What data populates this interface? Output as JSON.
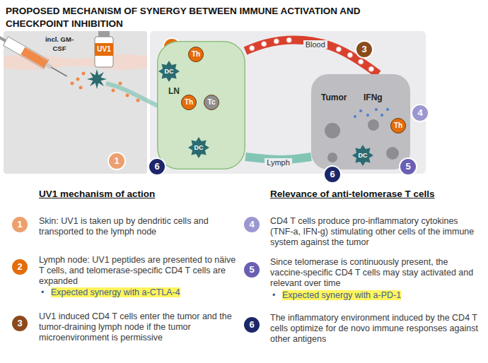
{
  "diagram": {
    "title": "PROPOSED MECHANISM OF SYNERGY BETWEEN IMMUNE ACTIVATION AND CHECKPOINT INHIBITION",
    "nodes": [
      {
        "text": [
          "UV1"
        ]
      },
      {
        "text": [
          "2"
        ]
      },
      {
        "text": [
          "LN"
        ]
      },
      {
        "text": [
          "DC"
        ],
        "in": 2
      },
      {
        "text": [
          "Th"
        ],
        "in": 2
      },
      {
        "text": [
          "Th"
        ],
        "in": 2
      },
      {
        "text": [
          "Tc"
        ],
        "in": 2
      },
      {
        "text": [
          "DC"
        ],
        "in": 2
      },
      {
        "text": [
          "3"
        ]
      },
      {
        "text": [
          "Tumor",
          "IFNg"
        ]
      },
      {
        "text": [
          "Th"
        ],
        "in": 9
      },
      {
        "text": [
          "DC"
        ],
        "in": 9
      },
      {
        "text": [
          "4"
        ]
      },
      {
        "text": [
          "1"
        ]
      },
      {
        "text": [
          "6"
        ]
      },
      {
        "text": [
          "6"
        ]
      },
      {
        "text": [
          "5"
        ]
      },
      {
        "text": [
          "1"
        ]
      },
      {
        "text": [
          "2"
        ]
      },
      {
        "text": [
          "3"
        ]
      },
      {
        "text": [
          "4"
        ]
      },
      {
        "text": [
          "5"
        ]
      },
      {
        "text": [
          "6"
        ]
      }
    ],
    "edges": [
      {
        "from": 2,
        "to": 9,
        "arrow": "none",
        "label": "Blood"
      },
      {
        "from": 9,
        "to": 2,
        "arrow": "none",
        "label": "Lymph"
      }
    ],
    "labels": [
      "incl. GM-CSF",
      "UV1 mechanism of action",
      "Skin: UV1 is taken up by dendritic cells and transported to the lymph node",
      "Lymph node: UV1 peptides are presented to näive T cells, and telomerase-specific CD4 T cells are expanded",
      "•",
      "Expected synergy with a-CTLA-4",
      "UV1 induced CD4 T cells enter the tumor and the tumor-draining lymph node if the tumor microenvironment is permissive",
      "Relevance of anti-telomerase T cells",
      "CD4 T cells produce pro-inflammatory cytokines (TNF-a, IFN-g) stimulating other cells of the immune system against the tumor",
      "Since telomerase is continuously present, the vaccine-specific CD4 T cells may stay activated and relevant over time",
      "•",
      "Expected synergy with a-PD-1",
      "The inflammatory environment induced by the CD4 T cells optimize for de novo immune responses against other antigens"
    ]
  }
}
